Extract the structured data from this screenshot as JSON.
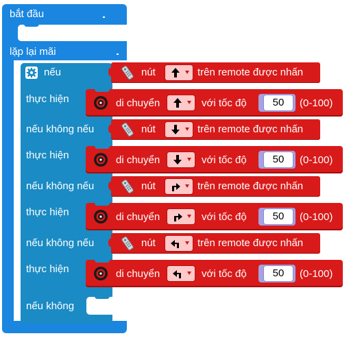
{
  "start_block": {
    "label": "bắt đầu"
  },
  "loop_block": {
    "label": "lặp lại mãi"
  },
  "if_block": {
    "if_label": "nếu",
    "then_label": "thực hiện",
    "elseif_label": "nếu không nếu",
    "else_label": "nếu không",
    "settings_icon": "gear-icon"
  },
  "conditions": [
    {
      "prefix": "nút",
      "arrow": "up-arrow",
      "suffix": "trên remote được nhấn"
    },
    {
      "prefix": "nút",
      "arrow": "down-arrow",
      "suffix": "trên remote được nhấn"
    },
    {
      "prefix": "nút",
      "arrow": "turn-right-arrow",
      "suffix": "trên remote được nhấn"
    },
    {
      "prefix": "nút",
      "arrow": "turn-left-arrow",
      "suffix": "trên remote được nhấn"
    }
  ],
  "actions": [
    {
      "move_label": "di chuyển",
      "arrow": "up-arrow",
      "speed_label": "với tốc độ",
      "speed_value": "50",
      "range": "(0-100)"
    },
    {
      "move_label": "di chuyển",
      "arrow": "down-arrow",
      "speed_label": "với tốc độ",
      "speed_value": "50",
      "range": "(0-100)"
    },
    {
      "move_label": "di chuyển",
      "arrow": "turn-right-arrow",
      "speed_label": "với tốc độ",
      "speed_value": "50",
      "range": "(0-100)"
    },
    {
      "move_label": "di chuyển",
      "arrow": "turn-left-arrow",
      "speed_label": "với tốc độ",
      "speed_value": "50",
      "range": "(0-100)"
    }
  ],
  "colors": {
    "loop_blue": "#1a86e0",
    "if_blue": "#1a8bc4",
    "block_red": "#d91a1a",
    "dropdown_pink": "#ffc9c9",
    "number_border": "#a3a3e3"
  }
}
